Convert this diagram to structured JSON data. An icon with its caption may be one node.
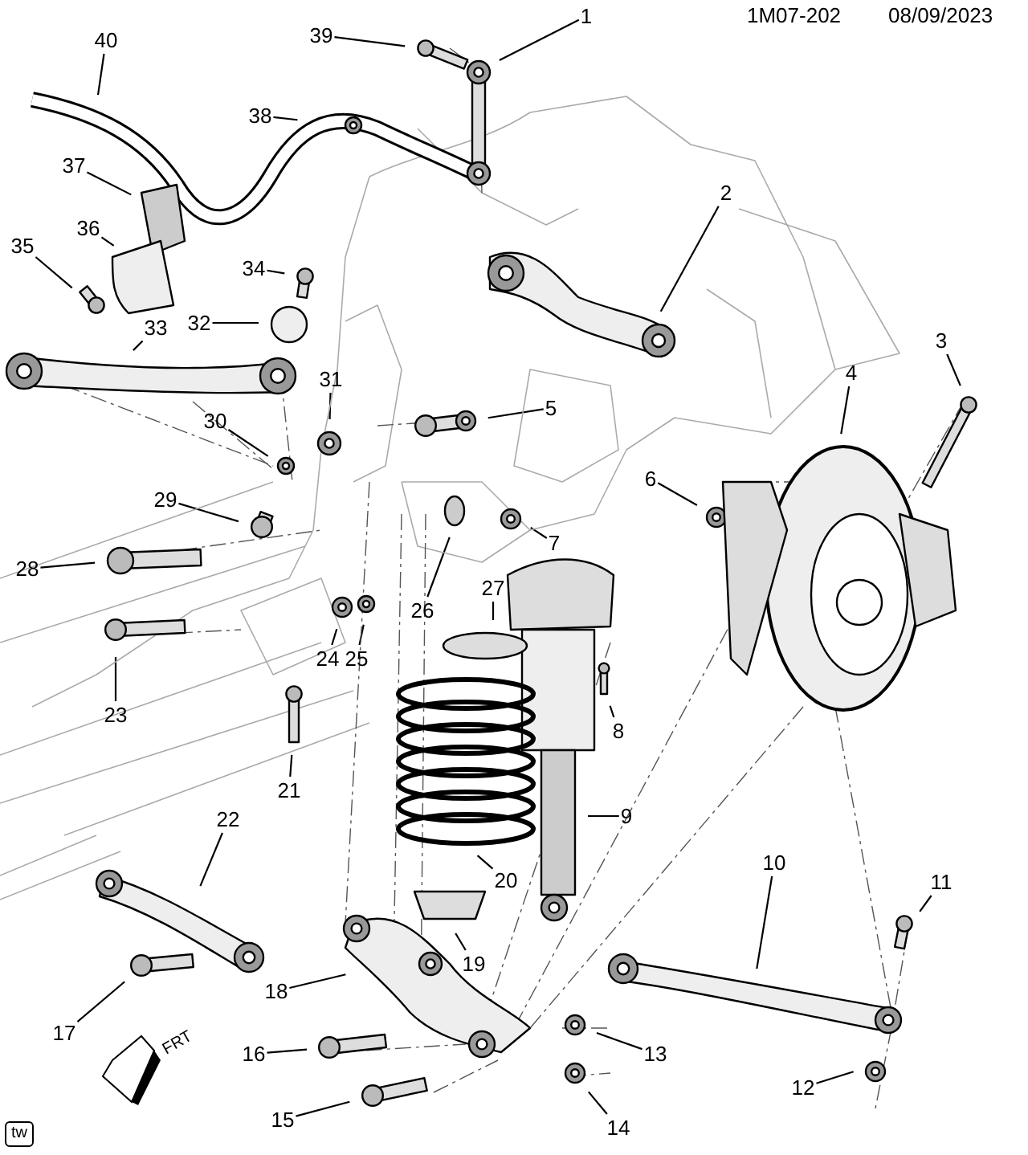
{
  "diagram": {
    "nodes": [
      {
        "text": [
          "1"
        ]
      },
      {
        "text": [
          "2"
        ]
      },
      {
        "text": [
          "3"
        ]
      },
      {
        "text": [
          "4"
        ]
      },
      {
        "text": [
          "5"
        ]
      },
      {
        "text": [
          "6"
        ]
      },
      {
        "text": [
          "7"
        ]
      },
      {
        "text": [
          "8"
        ]
      },
      {
        "text": [
          "9"
        ]
      },
      {
        "text": [
          "10"
        ]
      },
      {
        "text": [
          "11"
        ]
      },
      {
        "text": [
          "12"
        ]
      },
      {
        "text": [
          "13"
        ]
      },
      {
        "text": [
          "14"
        ]
      },
      {
        "text": [
          "15"
        ]
      },
      {
        "text": [
          "16"
        ]
      },
      {
        "text": [
          "17"
        ]
      },
      {
        "text": [
          "18"
        ]
      },
      {
        "text": [
          "19"
        ]
      },
      {
        "text": [
          "20"
        ]
      },
      {
        "text": [
          "21"
        ]
      },
      {
        "text": [
          "22"
        ]
      },
      {
        "text": [
          "23"
        ]
      },
      {
        "text": [
          "24"
        ]
      },
      {
        "text": [
          "25"
        ]
      },
      {
        "text": [
          "26"
        ]
      },
      {
        "text": [
          "27"
        ]
      },
      {
        "text": [
          "28"
        ]
      },
      {
        "text": [
          "29"
        ]
      },
      {
        "text": [
          "30"
        ]
      },
      {
        "text": [
          "31"
        ]
      },
      {
        "text": [
          "32"
        ]
      },
      {
        "text": [
          "33"
        ]
      },
      {
        "text": [
          "34"
        ]
      },
      {
        "text": [
          "35"
        ]
      },
      {
        "text": [
          "36"
        ]
      },
      {
        "text": [
          "37"
        ]
      },
      {
        "text": [
          "38"
        ]
      },
      {
        "text": [
          "39"
        ]
      },
      {
        "text": [
          "40"
        ]
      }
    ],
    "edges": [
      {
        "from": 0,
        "to": null,
        "arrow": "none"
      },
      {
        "from": 1,
        "to": null,
        "arrow": "none"
      },
      {
        "from": 2,
        "to": null,
        "arrow": "none"
      },
      {
        "from": 3,
        "to": null,
        "arrow": "none"
      },
      {
        "from": 4,
        "to": null,
        "arrow": "none"
      },
      {
        "from": 5,
        "to": null,
        "arrow": "none"
      },
      {
        "from": 6,
        "to": null,
        "arrow": "none"
      },
      {
        "from": 7,
        "to": null,
        "arrow": "none"
      },
      {
        "from": 8,
        "to": null,
        "arrow": "none"
      },
      {
        "from": 9,
        "to": null,
        "arrow": "none"
      },
      {
        "from": 10,
        "to": null,
        "arrow": "none"
      },
      {
        "from": 11,
        "to": null,
        "arrow": "none"
      },
      {
        "from": 12,
        "to": null,
        "arrow": "none"
      },
      {
        "from": 13,
        "to": null,
        "arrow": "none"
      },
      {
        "from": 14,
        "to": null,
        "arrow": "none"
      },
      {
        "from": 15,
        "to": null,
        "arrow": "none"
      },
      {
        "from": 16,
        "to": null,
        "arrow": "none"
      },
      {
        "from": 17,
        "to": null,
        "arrow": "none"
      },
      {
        "from": 18,
        "to": null,
        "arrow": "none"
      },
      {
        "from": 19,
        "to": null,
        "arrow": "none"
      },
      {
        "from": 20,
        "to": null,
        "arrow": "none"
      },
      {
        "from": 21,
        "to": null,
        "arrow": "none"
      },
      {
        "from": 22,
        "to": null,
        "arrow": "none"
      },
      {
        "from": 23,
        "to": null,
        "arrow": "none"
      },
      {
        "from": 24,
        "to": null,
        "arrow": "none"
      },
      {
        "from": 25,
        "to": null,
        "arrow": "none"
      },
      {
        "from": 26,
        "to": null,
        "arrow": "none"
      },
      {
        "from": 27,
        "to": null,
        "arrow": "none"
      },
      {
        "from": 28,
        "to": null,
        "arrow": "none"
      },
      {
        "from": 29,
        "to": null,
        "arrow": "none"
      },
      {
        "from": 30,
        "to": null,
        "arrow": "none"
      },
      {
        "from": 31,
        "to": null,
        "arrow": "none"
      },
      {
        "from": 32,
        "to": null,
        "arrow": "none"
      },
      {
        "from": 33,
        "to": null,
        "arrow": "none"
      },
      {
        "from": 34,
        "to": null,
        "arrow": "none"
      },
      {
        "from": 35,
        "to": null,
        "arrow": "none"
      },
      {
        "from": 36,
        "to": null,
        "arrow": "none"
      },
      {
        "from": 37,
        "to": null,
        "arrow": "none"
      },
      {
        "from": 38,
        "to": null,
        "arrow": "none"
      },
      {
        "from": 39,
        "to": null,
        "arrow": "none"
      }
    ],
    "labels": [
      "1M07-202",
      "08/09/2023",
      "FRT",
      "tw"
    ]
  }
}
